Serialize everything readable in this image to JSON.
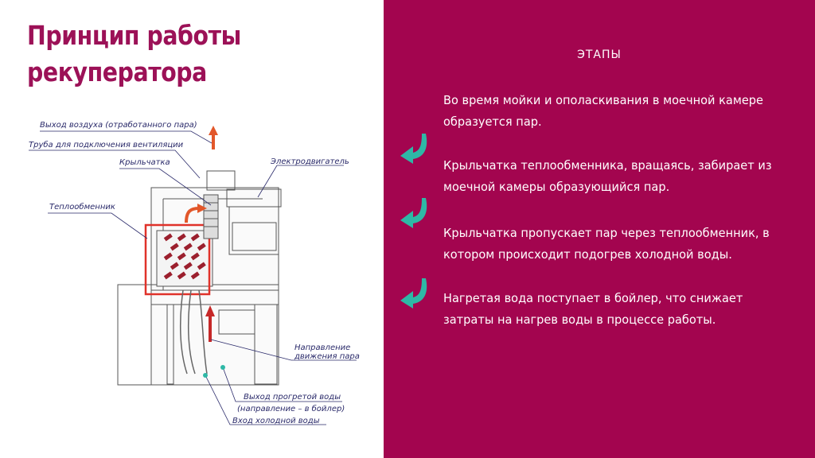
{
  "slide": {
    "title_line1": "Принцип работы",
    "title_line2": "рекуператора",
    "colors": {
      "accent": "#a3054f",
      "title": "#9c1157",
      "arrow": "#2eb8a6",
      "highlight": "#e0322a",
      "label": "#2a2a6a"
    }
  },
  "panel": {
    "heading": "ЭТАПЫ",
    "steps": [
      {
        "text": "Во время мойки и ополаскивания в моечной камере образуется пар.",
        "icon": "teal-curved-arrow-down-icon"
      },
      {
        "text": "Крыльчатка теплообменника, вращаясь, забирает из моечной камеры образующийся пар.",
        "icon": "teal-curved-arrow-down-icon"
      },
      {
        "text": "Крыльчатка пропускает пар через теплообменник, в котором происходит подогрев холодной воды.",
        "icon": "teal-curved-arrow-down-icon"
      },
      {
        "text": "Нагретая вода поступает в бойлер, что снижает затраты на нагрев воды в процессе работы."
      }
    ]
  },
  "diagram": {
    "labels": {
      "air_out": "Выход воздуха (отработанного пара)",
      "vent_pipe": "Труба для подключения вентиляции",
      "impeller": "Крыльчатка",
      "motor": "Электродвигатель",
      "heat_exchanger": "Теплообменник",
      "steam_dir_1": "Направление",
      "steam_dir_2": "движения пара",
      "hot_water_1": "Выход прогретой воды",
      "hot_water_2": "(направление – в бойлер)",
      "cold_water": "Вход холодной воды"
    }
  }
}
